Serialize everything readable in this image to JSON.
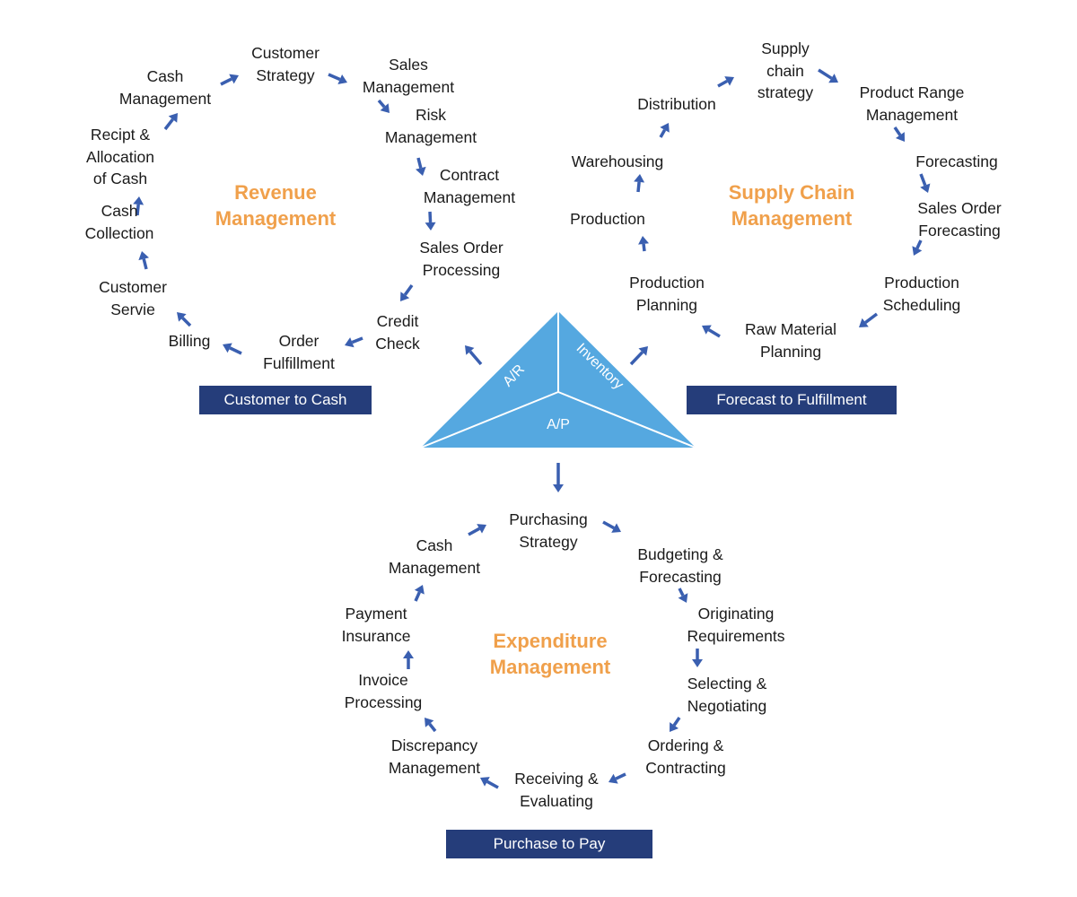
{
  "revenue": {
    "title": [
      "Revenue",
      "Management"
    ],
    "band": "Customer to Cash",
    "nodes": {
      "customer_strategy": [
        "Customer",
        "Strategy"
      ],
      "sales_management": [
        "Sales",
        "Management"
      ],
      "risk_management": [
        "Risk",
        "Management"
      ],
      "contract_management": [
        "Contract",
        "Management"
      ],
      "sales_order_processing": [
        "Sales Order",
        "Processing"
      ],
      "credit_check": [
        "Credit",
        "Check"
      ],
      "order_fulfillment": [
        "Order",
        "Fulfillment"
      ],
      "billing": [
        "Billing"
      ],
      "customer_service": [
        "Customer",
        "Servie"
      ],
      "cash_collection": [
        "Cash",
        "Collection"
      ],
      "receipt_allocation": [
        "Recipt &",
        "Allocation",
        "of Cash"
      ],
      "cash_management": [
        "Cash",
        "Management"
      ]
    }
  },
  "supply": {
    "title": [
      "Supply Chain",
      "Management"
    ],
    "band": "Forecast to Fulfillment",
    "nodes": {
      "supply_chain_strategy": [
        "Supply",
        "chain",
        "strategy"
      ],
      "product_range_management": [
        "Product Range",
        "Management"
      ],
      "forecasting": [
        "Forecasting"
      ],
      "sales_order_forecasting": [
        "Sales Order",
        "Forecasting"
      ],
      "production_scheduling": [
        "Production",
        "Scheduling"
      ],
      "raw_material_planning": [
        "Raw Material",
        "Planning"
      ],
      "production_planning": [
        "Production",
        "Planning"
      ],
      "production": [
        "Production"
      ],
      "warehousing": [
        "Warehousing"
      ],
      "distribution": [
        "Distribution"
      ]
    }
  },
  "expenditure": {
    "title": [
      "Expenditure",
      "Management"
    ],
    "band": "Purchase to Pay",
    "nodes": {
      "purchasing_strategy": [
        "Purchasing",
        "Strategy"
      ],
      "budgeting_forecasting": [
        "Budgeting &",
        "Forecasting"
      ],
      "originating_requirements": [
        "Originating",
        "Requirements"
      ],
      "selecting_negotiating": [
        "Selecting &",
        "Negotiating"
      ],
      "ordering_contracting": [
        "Ordering &",
        "Contracting"
      ],
      "receiving_evaluating": [
        "Receiving &",
        "Evaluating"
      ],
      "discrepancy_management": [
        "Discrepancy",
        "Management"
      ],
      "invoice_processing": [
        "Invoice",
        "Processing"
      ],
      "payment_insurance": [
        "Payment",
        "Insurance"
      ],
      "cash_management": [
        "Cash",
        "Management"
      ]
    }
  },
  "hub": {
    "ar": "A/R",
    "inventory": "Inventory",
    "ap": "A/P"
  },
  "colors": {
    "arrow": "#3a5fb0",
    "triangle": "#55a8e0",
    "title": "#f0a04b",
    "band": "#253d7a",
    "text": "#1a1a1a"
  }
}
